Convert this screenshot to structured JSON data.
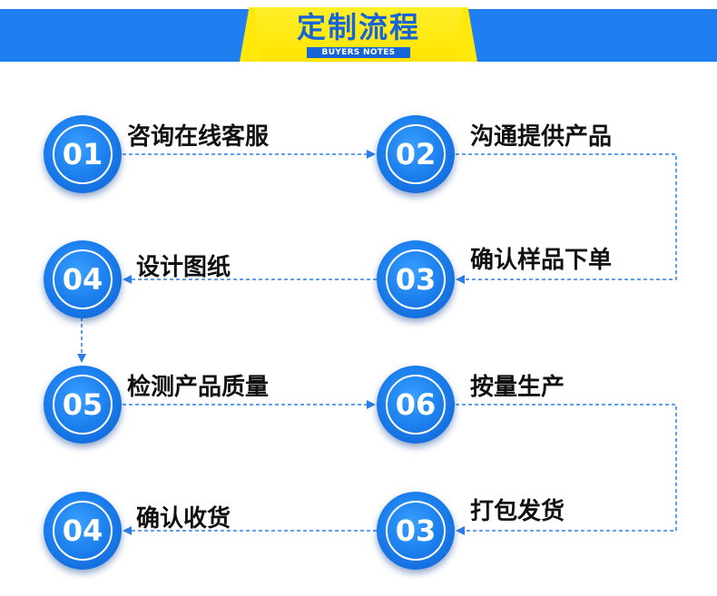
{
  "header": {
    "title": "定制流程",
    "subtitle": "BUYERS NOTES"
  },
  "colors": {
    "primary": "#1f7ff0",
    "accent": "#ffe80a",
    "line": "#2b7ee8"
  },
  "steps": [
    {
      "num": "01",
      "label": "咨询在线客服"
    },
    {
      "num": "02",
      "label": "沟通提供产品"
    },
    {
      "num": "03",
      "label": "确认样品下单"
    },
    {
      "num": "04",
      "label": "设计图纸"
    },
    {
      "num": "05",
      "label": "检测产品质量"
    },
    {
      "num": "06",
      "label": "按量生产"
    },
    {
      "num": "03",
      "label": "打包发货"
    },
    {
      "num": "04",
      "label": "确认收货"
    }
  ]
}
